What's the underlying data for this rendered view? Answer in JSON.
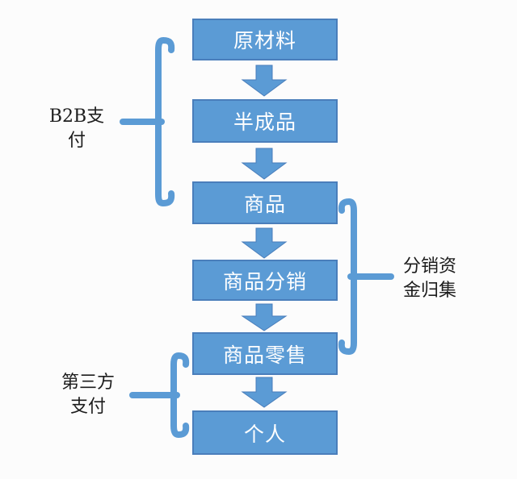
{
  "diagram": {
    "type": "flowchart",
    "background": "#fcfcfc",
    "steps": [
      {
        "id": "raw-materials",
        "label": "原材料"
      },
      {
        "id": "semi-finished",
        "label": "半成品"
      },
      {
        "id": "goods",
        "label": "商品"
      },
      {
        "id": "goods-distribution",
        "label": "商品分销"
      },
      {
        "id": "goods-retail",
        "label": "商品零售"
      },
      {
        "id": "individual",
        "label": "个人"
      }
    ],
    "connectors": {
      "style": "block-arrow-down",
      "count": 5
    },
    "annotations": [
      {
        "label": "B2B支付",
        "side": "left",
        "from": "原材料",
        "to": "商品"
      },
      {
        "label": "分销资金归集",
        "side": "right",
        "from": "商品",
        "to": "商品零售"
      },
      {
        "label": "第三方支付",
        "side": "left",
        "from": "商品零售",
        "to": "个人"
      }
    ],
    "colors": {
      "shape_fill": "#5b9bd5",
      "shape_border": "#4a7ebb",
      "shape_text": "#ffffff",
      "annotation_text": "#1c1c1c"
    }
  }
}
